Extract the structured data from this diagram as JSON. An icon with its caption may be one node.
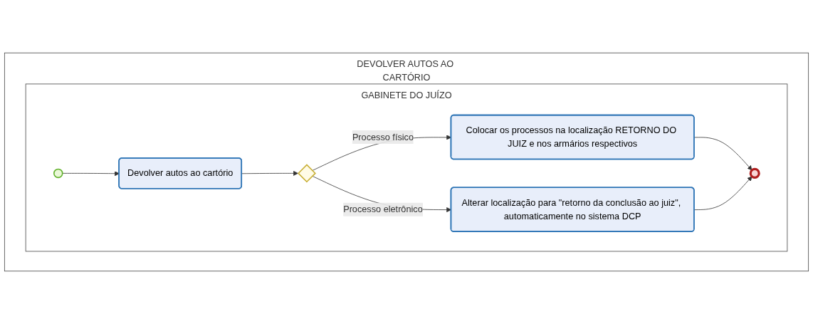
{
  "diagram": {
    "nodes": [
      {
        "text": [
          "DEVOLVER AUTOS AO CARTÓRIO"
        ]
      },
      {
        "text": [
          "GABINETE DO JUÍZO"
        ],
        "in": 0
      },
      {
        "text": [],
        "shape": "circle",
        "in": 1
      },
      {
        "text": [
          "Devolver autos ao cartório"
        ],
        "in": 1
      },
      {
        "text": [],
        "shape": "diamond",
        "in": 1
      },
      {
        "text": [
          "Colocar os processos na localização RETORNO DO JUIZ e nos armários respectivos"
        ],
        "in": 1
      },
      {
        "text": [
          "Alterar localização para \"retorno da conclusão ao juiz\", automaticamente no sistema DCP"
        ],
        "in": 1
      },
      {
        "text": [],
        "shape": "circle",
        "in": 1
      }
    ],
    "edges": [
      {
        "from": 2,
        "to": 3,
        "arrow": "to"
      },
      {
        "from": 3,
        "to": 4,
        "arrow": "to"
      },
      {
        "from": 4,
        "to": 5,
        "arrow": "to",
        "label": "Processo físico"
      },
      {
        "from": 4,
        "to": 6,
        "arrow": "to",
        "label": "Processo eletrônico"
      },
      {
        "from": 5,
        "to": 7,
        "arrow": "to"
      },
      {
        "from": 6,
        "to": 7,
        "arrow": "to"
      }
    ]
  }
}
